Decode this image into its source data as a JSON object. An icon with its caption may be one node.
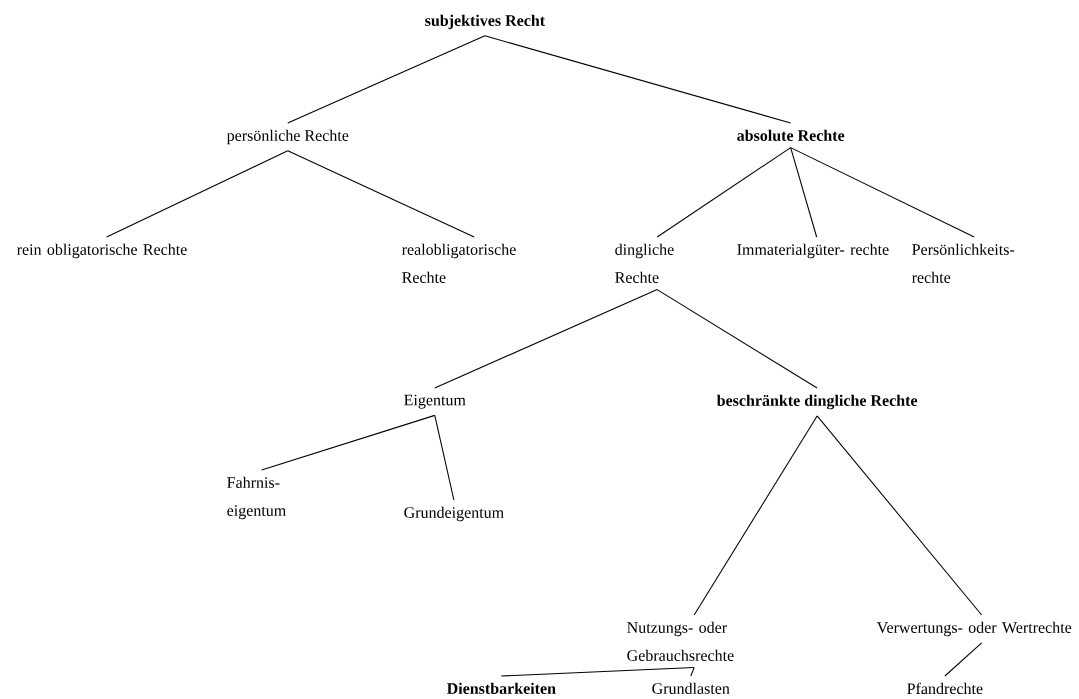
{
  "diagram": {
    "nodes": [
      {
        "text": [
          "subjektives Recht"
        ]
      },
      {
        "text": [
          "persönliche Rechte"
        ]
      },
      {
        "text": [
          "absolute Rechte"
        ]
      },
      {
        "text": [
          "rein obligatorische Rechte"
        ]
      },
      {
        "text": [
          "realobligatorische Rechte"
        ]
      },
      {
        "text": [
          "dingliche Rechte"
        ]
      },
      {
        "text": [
          "Immaterialgüter- rechte"
        ]
      },
      {
        "text": [
          "Persönlichkeits- rechte"
        ]
      },
      {
        "text": [
          "Eigentum"
        ]
      },
      {
        "text": [
          "beschränkte dingliche Rechte"
        ]
      },
      {
        "text": [
          "Fahrnis- eigentum"
        ]
      },
      {
        "text": [
          "Grundeigentum"
        ]
      },
      {
        "text": [
          "Nutzungs- oder Gebrauchsrechte"
        ]
      },
      {
        "text": [
          "Verwertungs- oder Wertrechte"
        ]
      },
      {
        "text": [
          "Dienstbarkeiten"
        ]
      },
      {
        "text": [
          "Grundlasten"
        ]
      },
      {
        "text": [
          "Pfandrechte"
        ]
      }
    ],
    "edges": [
      {
        "from": 0,
        "to": 1,
        "arrow": "none"
      },
      {
        "from": 0,
        "to": 2,
        "arrow": "none"
      },
      {
        "from": 1,
        "to": 3,
        "arrow": "none"
      },
      {
        "from": 1,
        "to": 4,
        "arrow": "none"
      },
      {
        "from": 2,
        "to": 5,
        "arrow": "none"
      },
      {
        "from": 2,
        "to": 6,
        "arrow": "none"
      },
      {
        "from": 2,
        "to": 7,
        "arrow": "none"
      },
      {
        "from": 5,
        "to": 8,
        "arrow": "none"
      },
      {
        "from": 5,
        "to": 9,
        "arrow": "none"
      },
      {
        "from": 8,
        "to": 10,
        "arrow": "none"
      },
      {
        "from": 8,
        "to": 11,
        "arrow": "none"
      },
      {
        "from": 9,
        "to": 12,
        "arrow": "none"
      },
      {
        "from": 9,
        "to": 13,
        "arrow": "none"
      },
      {
        "from": 12,
        "to": 14,
        "arrow": "none"
      },
      {
        "from": 12,
        "to": 15,
        "arrow": "none"
      },
      {
        "from": 13,
        "to": 16,
        "arrow": "none"
      }
    ]
  }
}
